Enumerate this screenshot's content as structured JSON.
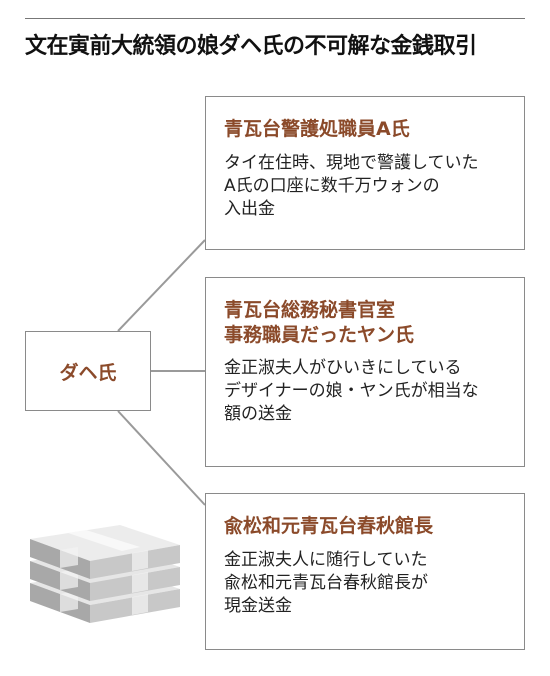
{
  "headline": "文在寅前大統領の娘ダヘ氏の不可解な金銭取引",
  "subject": {
    "label": "ダヘ氏"
  },
  "cases": [
    {
      "title_lines": [
        "青瓦台警護処職員A氏"
      ],
      "body_lines": [
        "タイ在住時、現地で警護していた",
        "A氏の口座に数千万ウォンの",
        "入出金"
      ]
    },
    {
      "title_lines": [
        "青瓦台総務秘書官室",
        "事務職員だったヤン氏"
      ],
      "body_lines": [
        "金正淑夫人がひいきにしている",
        "デザイナーの娘・ヤン氏が相当な",
        "額の送金"
      ]
    },
    {
      "title_lines": [
        "兪松和元青瓦台春秋館長"
      ],
      "body_lines": [
        "金正淑夫人に随行していた",
        "兪松和元青瓦台春秋館長が",
        "現金送金"
      ]
    }
  ],
  "colors": {
    "accent": "#8b4a2a",
    "border": "#8a8a8a",
    "connector": "#9a9a9a",
    "money_light": "#e6e6e6",
    "money_mid": "#c8c8c8",
    "money_dark": "#a8a8a8"
  },
  "icons": {
    "illustration": "money-stack-icon"
  }
}
